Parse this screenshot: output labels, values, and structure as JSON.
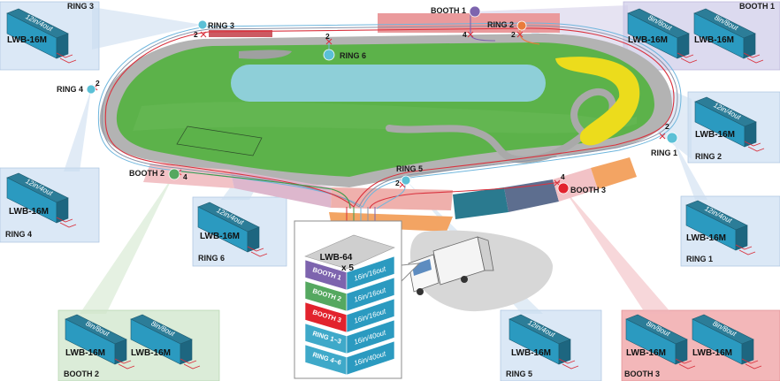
{
  "units": [
    {
      "id": "ring3",
      "model": "LWB-16M",
      "name": "RING 3",
      "io": [
        "12in/4out"
      ],
      "bg": "#dbe8f6"
    },
    {
      "id": "booth1",
      "model": "LWB-16M",
      "name": "BOOTH 1",
      "io": [
        "8in/8out",
        "8in/8out"
      ],
      "bg": "#dcdaef"
    },
    {
      "id": "ring2",
      "model": "LWB-16M",
      "name": "RING 2",
      "io": [
        "12in/4out"
      ],
      "bg": "#dbe8f6"
    },
    {
      "id": "ring1",
      "model": "LWB-16M",
      "name": "RING 1",
      "io": [
        "12in/4out"
      ],
      "bg": "#dbe8f6"
    },
    {
      "id": "ring4",
      "model": "LWB-16M",
      "name": "RING 4",
      "io": [
        "12in/4out"
      ],
      "bg": "#dbe8f6"
    },
    {
      "id": "ring6",
      "model": "LWB-16M",
      "name": "RING 6",
      "io": [
        "12in/4out"
      ],
      "bg": "#dbe8f6"
    },
    {
      "id": "booth2",
      "model": "LWB-16M",
      "name": "BOOTH 2",
      "io": [
        "8in/8out",
        "8in/8out"
      ],
      "bg": "#dbecd8"
    },
    {
      "id": "ring5",
      "model": "LWB-16M",
      "name": "RING 5",
      "io": [
        "12in/4out"
      ],
      "bg": "#dbe8f6"
    },
    {
      "id": "booth3",
      "model": "LWB-16M",
      "name": "BOOTH 3",
      "io": [
        "8in/8out",
        "8in/8out"
      ],
      "bg": "#f3b7b9"
    }
  ],
  "track_points": [
    {
      "id": "ring3",
      "label": "RING 3",
      "count": "2",
      "color": "#5bc0d6"
    },
    {
      "id": "ring6",
      "label": "RING 6",
      "count": "2",
      "color": "#5bc0d6"
    },
    {
      "id": "booth1",
      "label": "BOOTH 1",
      "count": "4",
      "color": "#7d64ae"
    },
    {
      "id": "ring2",
      "label": "RING 2",
      "count": "2",
      "color": "#ea7b3c"
    },
    {
      "id": "ring4",
      "label": "RING 4",
      "count": "2",
      "color": "#5bc0d6"
    },
    {
      "id": "ring1",
      "label": "RING 1",
      "count": "2",
      "color": "#5bc0d6"
    },
    {
      "id": "booth2",
      "label": "BOOTH 2",
      "count": "4",
      "color": "#55a860"
    },
    {
      "id": "ring5",
      "label": "RING 5",
      "count": "2",
      "color": "#5bc0d6"
    },
    {
      "id": "booth3",
      "label": "BOOTH 3",
      "count": "4",
      "color": "#e2232d"
    }
  ],
  "central_unit": {
    "model": "LWB-64",
    "quantity": "x 5",
    "modules": [
      {
        "name": "BOOTH 1",
        "io": "16in/16out",
        "color": "#7d64ae"
      },
      {
        "name": "BOOTH 2",
        "io": "16in/16out",
        "color": "#55a860"
      },
      {
        "name": "BOOTH 3",
        "io": "16in/16out",
        "color": "#e2232d"
      },
      {
        "name": "RING 1~3",
        "io": "16in/40out",
        "color": "#3fa9c9"
      },
      {
        "name": "RING 4~6",
        "io": "16in/40out",
        "color": "#3fa9c9"
      }
    ]
  }
}
